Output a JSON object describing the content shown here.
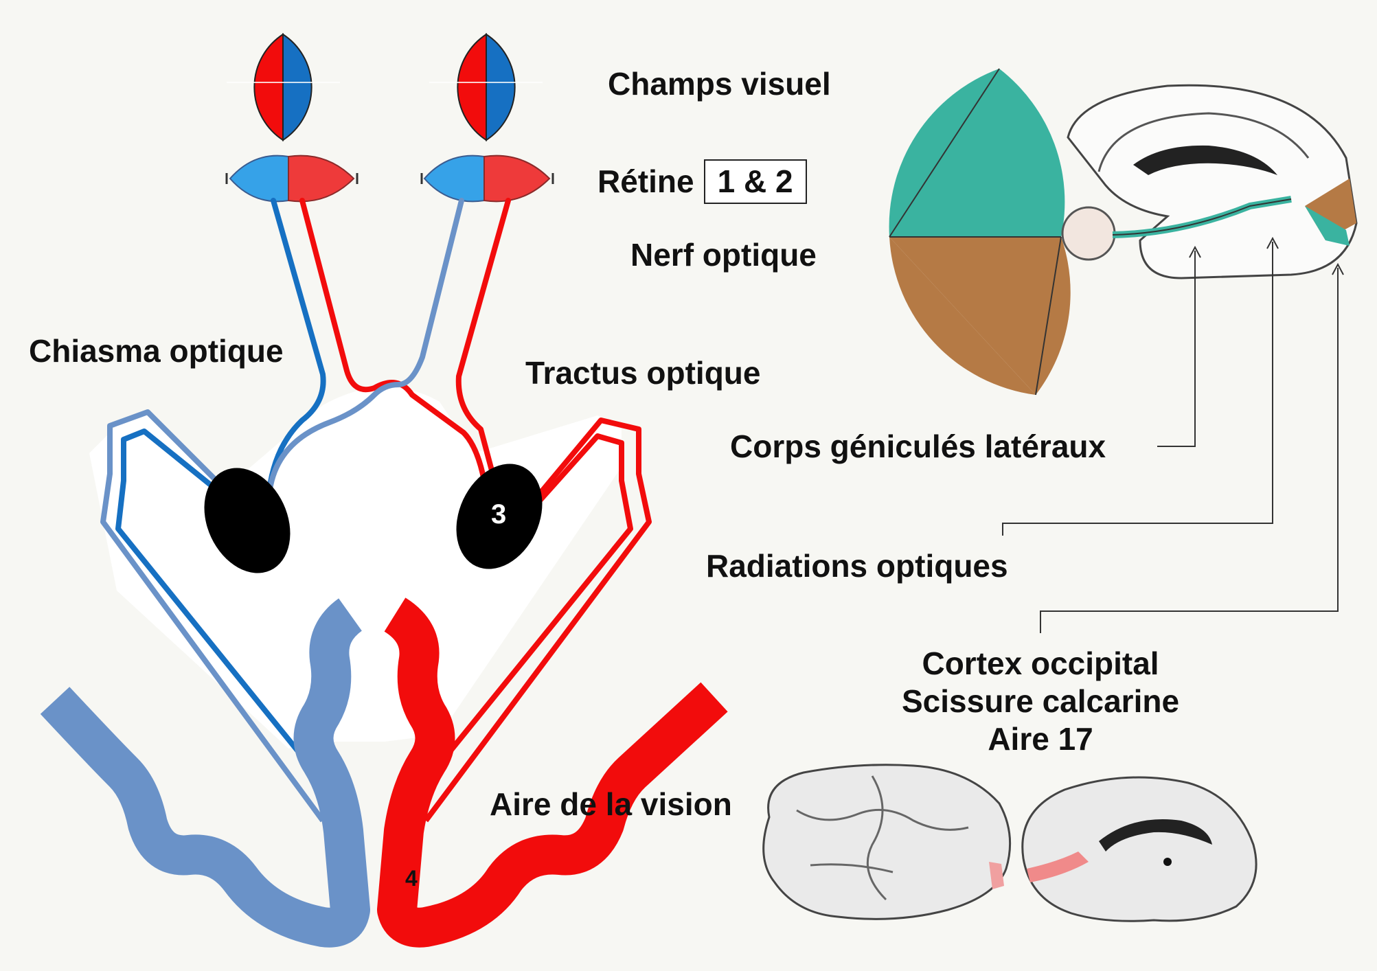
{
  "labels": {
    "champs_visuel": "Champs visuel",
    "retine": "Rétine",
    "retine_box": "1 & 2",
    "nerf_optique": "Nerf optique",
    "chiasma_optique": "Chiasma optique",
    "tractus_optique": "Tractus optique",
    "corps_geniculés": "Corps géniculés latéraux",
    "radiations_optiques": "Radiations optiques",
    "cortex_line1": "Cortex occipital",
    "cortex_line2": "Scissure calcarine",
    "cortex_line3": "Aire 17",
    "aire_vision": "Aire de la vision"
  },
  "markers": {
    "lgn": "3",
    "cortex": "4"
  },
  "colors": {
    "red": "#f20c0c",
    "blue_dark": "#1670c2",
    "blue_light": "#6a92c8",
    "retina_blue": "#36a2e8",
    "retina_red": "#ee3a3a",
    "teal": "#3ab3a0",
    "brown": "#b57a45"
  }
}
